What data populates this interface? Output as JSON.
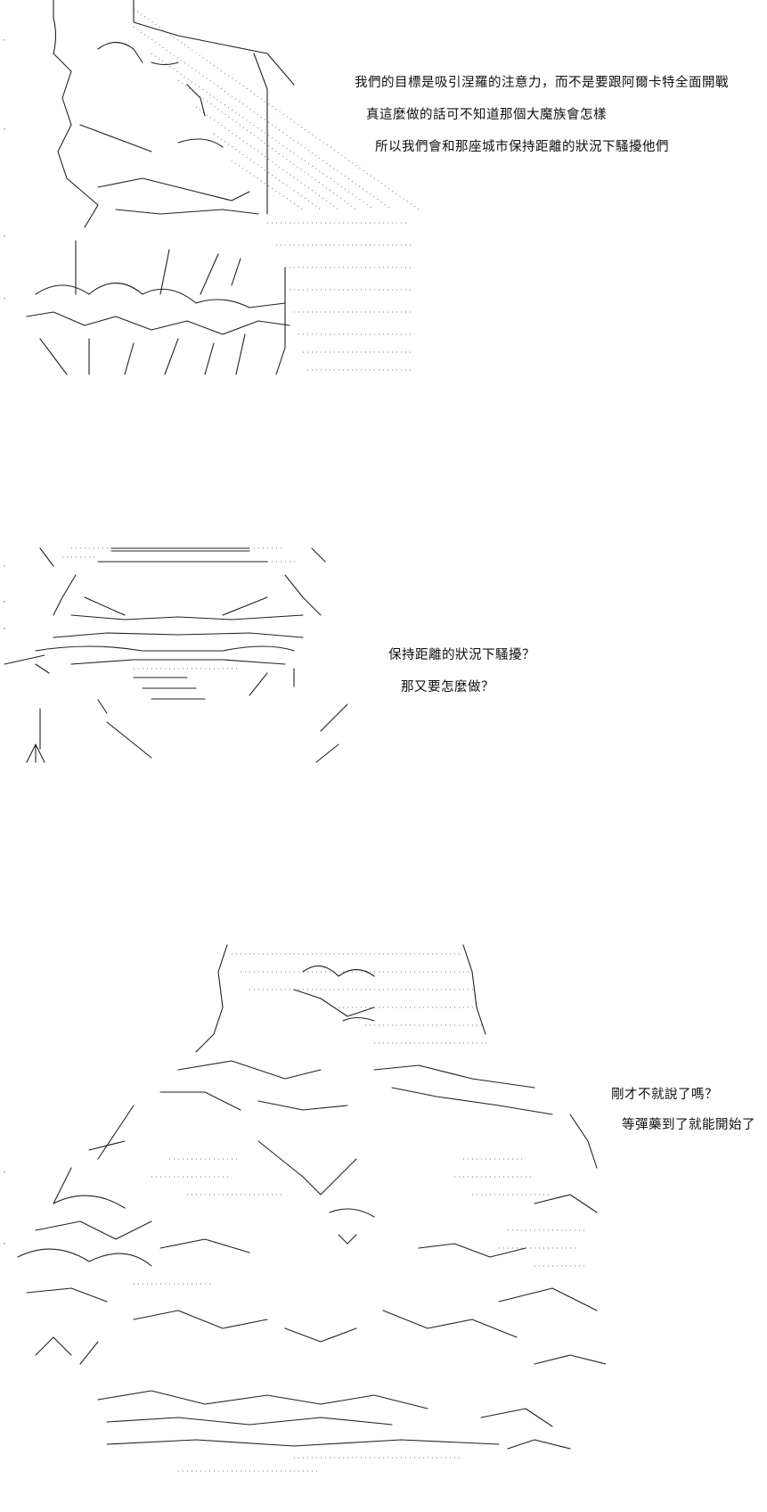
{
  "panels": [
    {
      "dialog": [
        "我們的目標是吸引涅羅的注意力，而不是要跟阿爾卡特全面開戰",
        "真這麼做的話可不知道那個大魔族會怎樣",
        "所以我們會和那座城市保持距離的狀況下騷擾他們"
      ]
    },
    {
      "dialog": [
        "保持距離的狀況下騷擾？",
        "那又要怎麼做？"
      ]
    },
    {
      "dialog": [
        "剛才不就說了嗎？",
        "等彈藥到了就能開始了"
      ]
    }
  ]
}
